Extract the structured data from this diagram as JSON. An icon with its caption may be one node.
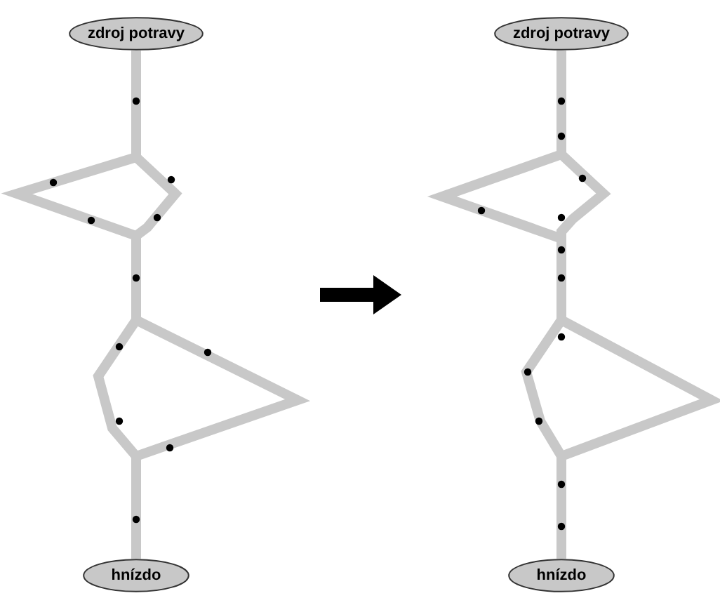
{
  "diagram": {
    "nodes": [
      {
        "text": [
          "zdroj potravy"
        ]
      },
      {
        "text": [
          "hnízdo"
        ]
      },
      {
        "text": [
          "zdroj potravy"
        ]
      },
      {
        "text": [
          "hnízdo"
        ]
      }
    ],
    "edges": [
      {
        "from": 0,
        "to": 1,
        "arrow": "none"
      },
      {
        "from": 2,
        "to": 3,
        "arrow": "none"
      }
    ]
  }
}
